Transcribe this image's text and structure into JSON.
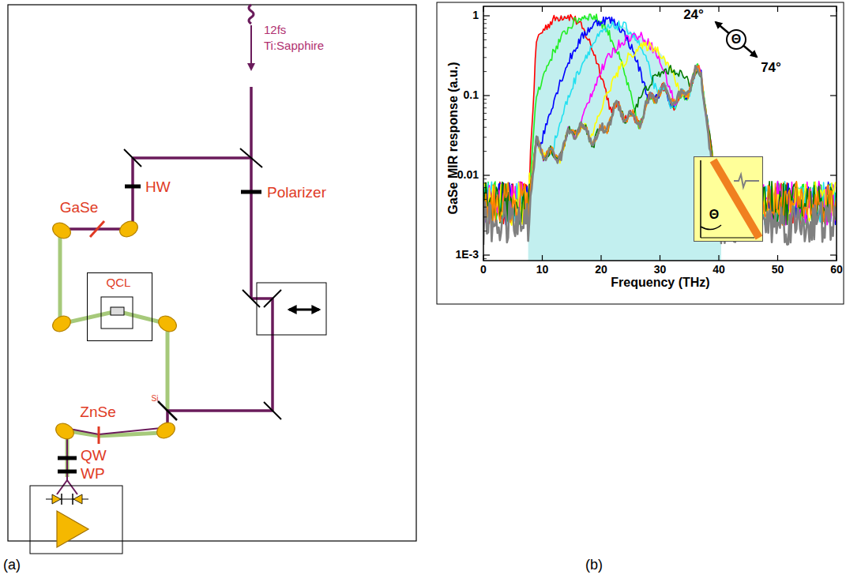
{
  "diagram": {
    "nodes": [
      {
        "text": [
          "QCL"
        ]
      },
      {
        "text": [
          "Θ"
        ]
      }
    ],
    "labels": [
      "12fs",
      "Ti:Sapphire",
      "HW",
      "GaSe",
      "Polarizer",
      "Si",
      "ZnSe",
      "QW",
      "WP",
      "(a)",
      "(b)",
      "GaSe MIR response (a.u.)",
      "Frequency (THz)",
      "1",
      "0.1",
      "0.01",
      "1E-3",
      "0",
      "10",
      "20",
      "30",
      "40",
      "50",
      "60",
      "24°",
      "74°",
      "Θ"
    ]
  }
}
